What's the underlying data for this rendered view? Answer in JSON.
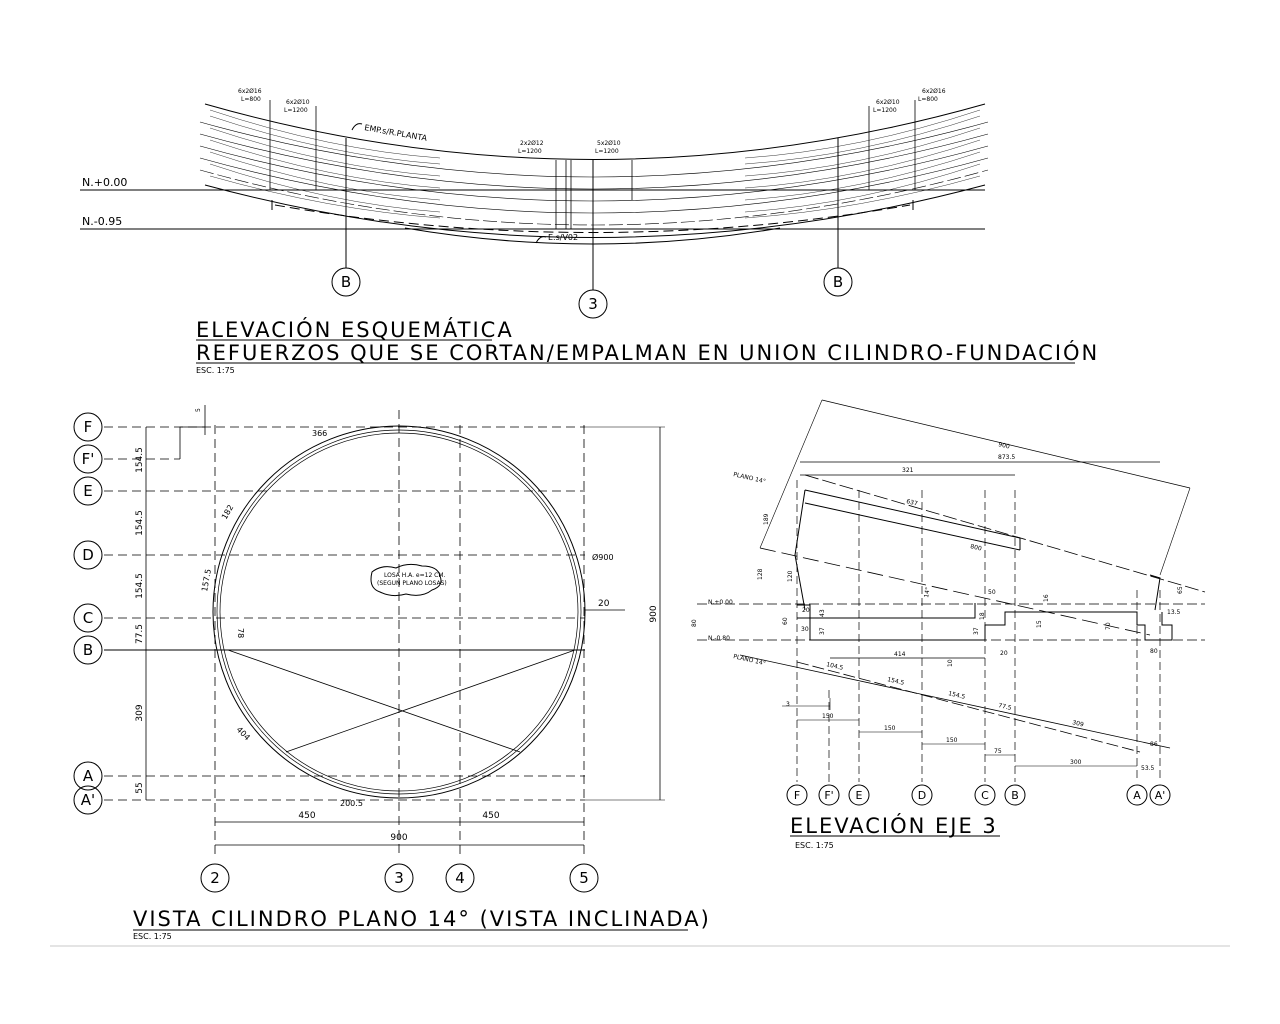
{
  "elevacion_esquematica": {
    "title1": "ELEVACIÓN ESQUEMÁTICA",
    "title2": "REFUERZOS QUE SE CORTAN/EMPALMAN EN UNION CILINDRO-FUNDACIÓN",
    "scale": "ESC. 1:75",
    "level_top": "N.+0.00",
    "level_bottom": "N.-0.95",
    "rebar_left_outer": [
      "6x2Ø16",
      "L=800"
    ],
    "rebar_left_inner": [
      "6x2Ø10",
      "L=1200"
    ],
    "rebar_center_left": [
      "2x2Ø12",
      "L=1200"
    ],
    "rebar_center_right": [
      "5x2Ø10",
      "L=1200"
    ],
    "rebar_right_inner": [
      "6x2Ø10",
      "L=1200"
    ],
    "rebar_right_outer": [
      "6x2Ø16",
      "L=800"
    ],
    "note_emp": "EMP.s/R.PLANTA",
    "note_es": "E.s/V02",
    "axis_left": "B",
    "axis_center": "3",
    "axis_right": "B"
  },
  "vista_cilindro": {
    "title": "VISTA CILINDRO PLANO 14° (VISTA INCLINADA)",
    "scale": "ESC. 1:75",
    "axes_rows": [
      "F",
      "F'",
      "E",
      "D",
      "C",
      "B",
      "A",
      "A'"
    ],
    "axes_cols": [
      "2",
      "3",
      "4",
      "5"
    ],
    "dims_left": [
      "154.5",
      "154.5",
      "154.5",
      "77.5",
      "309",
      "55"
    ],
    "dim_total_h": "900",
    "dims_bottom": [
      "450",
      "450"
    ],
    "dim_total_w": "900",
    "dim_top_small": "5",
    "dim_right": "20",
    "diameter": "Ø900",
    "arcs": [
      "366",
      "182",
      "157.5",
      "78",
      "404",
      "200.5"
    ],
    "slab_note_1": "LOSA H.A. e=12 CM.",
    "slab_note_2": "(SEGUN PLANO LOSAS)"
  },
  "elevacion_eje3": {
    "title": "ELEVACIÓN EJE 3",
    "scale": "ESC. 1:75",
    "axes": [
      "F",
      "F'",
      "E",
      "D",
      "C",
      "B",
      "A",
      "A'"
    ],
    "plane_upper": "PLANO 14°",
    "plane_lower": "PLANO 14°",
    "level_top": "N.+0.00",
    "level_bottom": "N.-0.80",
    "dims": [
      "900",
      "873.5",
      "321",
      "637",
      "800",
      "189",
      "128",
      "120",
      "14°",
      "50",
      "16",
      "65",
      "13.5",
      "20",
      "43",
      "30",
      "37",
      "60",
      "80",
      "414",
      "10",
      "37",
      "18",
      "15",
      "70",
      "20",
      "80",
      "104.5",
      "154.5",
      "154.5",
      "77.5",
      "309",
      "86",
      "53.5",
      "3",
      "150",
      "150",
      "150",
      "75",
      "300"
    ]
  },
  "colors": {
    "line": "#000000",
    "background": "#ffffff",
    "divider": "#c8c8c8"
  }
}
